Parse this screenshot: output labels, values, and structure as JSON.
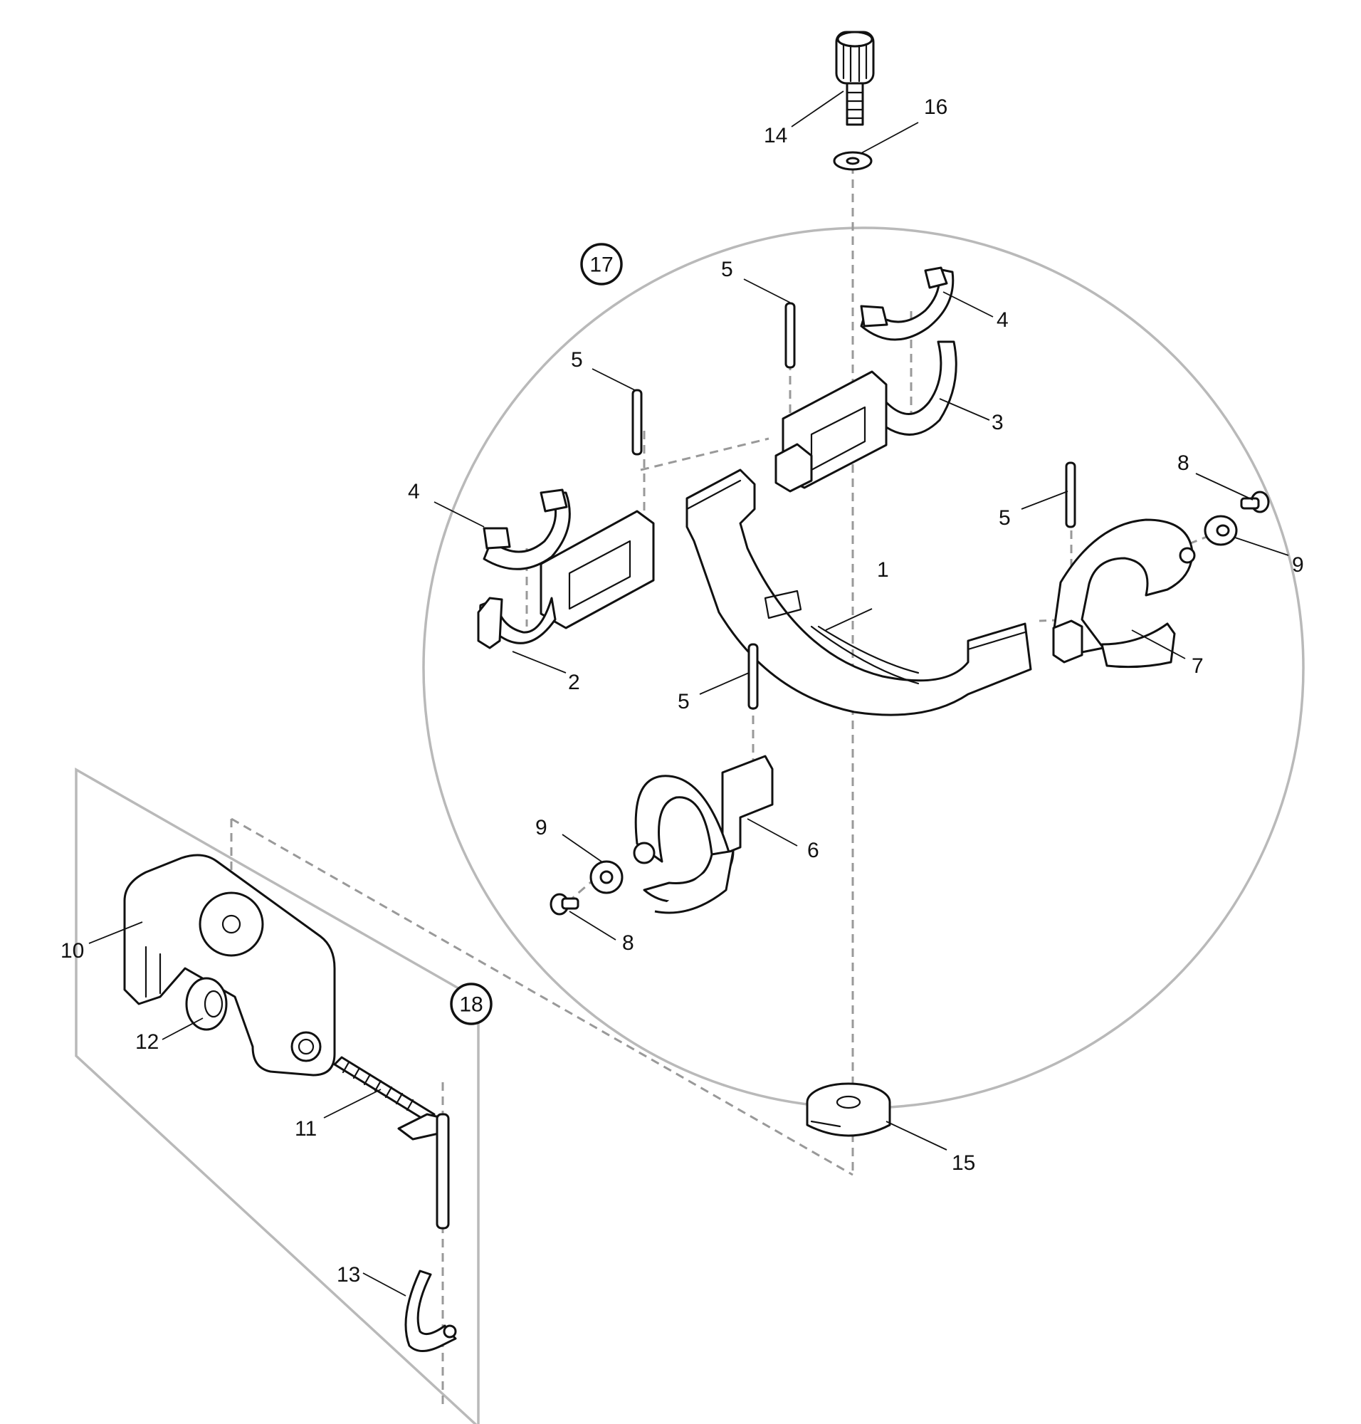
{
  "callouts": {
    "c1": "1",
    "c2": "2",
    "c3": "3",
    "c4a": "4",
    "c4b": "4",
    "c5a": "5",
    "c5b": "5",
    "c5c": "5",
    "c5d": "5",
    "c6": "6",
    "c7": "7",
    "c8a": "8",
    "c8b": "8",
    "c9a": "9",
    "c9b": "9",
    "c10": "10",
    "c11": "11",
    "c12": "12",
    "c13": "13",
    "c14": "14",
    "c15": "15",
    "c16": "16"
  },
  "assemblies": {
    "a17": "17",
    "a18": "18"
  },
  "colors": {
    "line": "#111111",
    "dashed": "#999999",
    "outline": "#b9b9b9"
  }
}
